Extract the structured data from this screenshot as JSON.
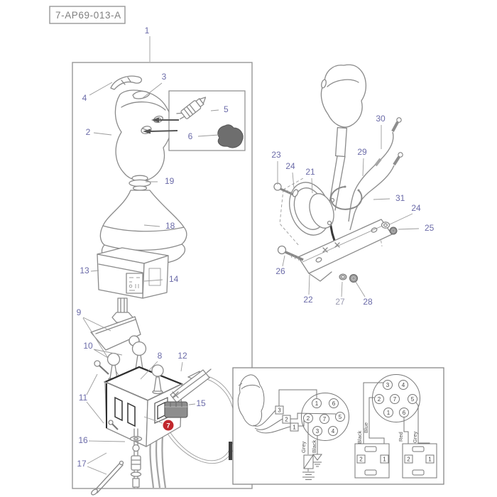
{
  "header": {
    "part_code": "7-AP69-013-A"
  },
  "callouts": {
    "n1": "1",
    "n2": "2",
    "n3": "3",
    "n4": "4",
    "n5": "5",
    "n6": "6",
    "n8": "8",
    "n9": "9",
    "n10": "10",
    "n11": "11",
    "n12": "12",
    "n13": "13",
    "n14": "14",
    "n15": "15",
    "n16": "16",
    "n17": "17",
    "n18": "18",
    "n19": "19",
    "n21": "21",
    "n22": "22",
    "n23": "23",
    "n24a": "24",
    "n24b": "24",
    "n25": "25",
    "n26": "26",
    "n27": "27",
    "n28": "28",
    "n29": "29",
    "n30": "30",
    "n31": "31"
  },
  "highlight": {
    "number": "7",
    "color": "#c1272d"
  },
  "wiring_diagram": {
    "inline_terminals": {
      "t3": "3",
      "t2": "2",
      "t1": "1"
    },
    "connector_a": {
      "p1": "1",
      "p2": "2",
      "p3": "3",
      "p4": "4",
      "p5": "5",
      "p6": "6",
      "p7": "7"
    },
    "connector_b": {
      "p1": "1",
      "p2": "2",
      "p3": "3",
      "p4": "4",
      "p5": "5",
      "p6": "6",
      "p7": "7"
    },
    "wire_labels": {
      "grey_a": "Grey",
      "black_a": "Black",
      "black_b": "Black",
      "blue": "Blue",
      "red": "Red",
      "grey_b": "Grey"
    },
    "relay_a": {
      "t2": "2",
      "t1": "1"
    },
    "relay_b": {
      "t2": "2",
      "t1": "1"
    }
  },
  "colors": {
    "callout": "#6b6ba8",
    "callout_dim": "#9a9ab0",
    "highlight_red": "#c1272d",
    "line_art": "#8a8a8a"
  }
}
